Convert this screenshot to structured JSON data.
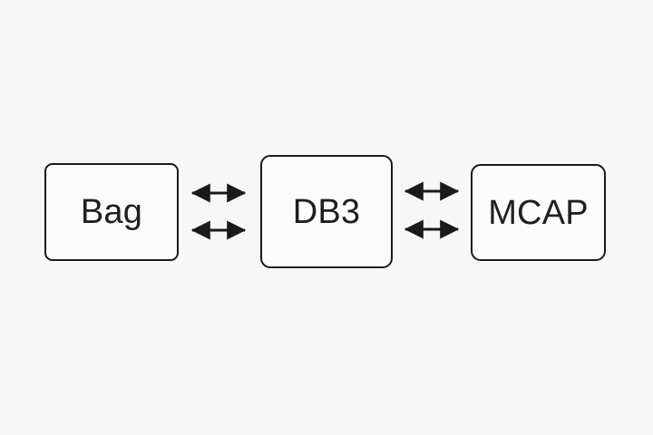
{
  "diagram": {
    "title": "Bag DB3 MCAP conversion diagram",
    "background_color": "#f7f7f7",
    "stroke_color": "#1a1a1a",
    "text_color": "#1f1f1f",
    "nodes": [
      {
        "id": "bag",
        "label": "Bag",
        "shape": "rounded-rectangle"
      },
      {
        "id": "db3",
        "label": "DB3",
        "shape": "rounded-rectangle"
      },
      {
        "id": "mcap",
        "label": "MCAP",
        "shape": "rounded-rectangle"
      }
    ],
    "connectors": [
      {
        "id": "bag-db3-top",
        "from": "bag",
        "to": "db3",
        "style": "double-headed-arrow"
      },
      {
        "id": "bag-db3-bottom",
        "from": "bag",
        "to": "db3",
        "style": "double-headed-arrow"
      },
      {
        "id": "db3-mcap-top",
        "from": "db3",
        "to": "mcap",
        "style": "double-headed-arrow"
      },
      {
        "id": "db3-mcap-bottom",
        "from": "db3",
        "to": "mcap",
        "style": "double-headed-arrow"
      }
    ]
  }
}
